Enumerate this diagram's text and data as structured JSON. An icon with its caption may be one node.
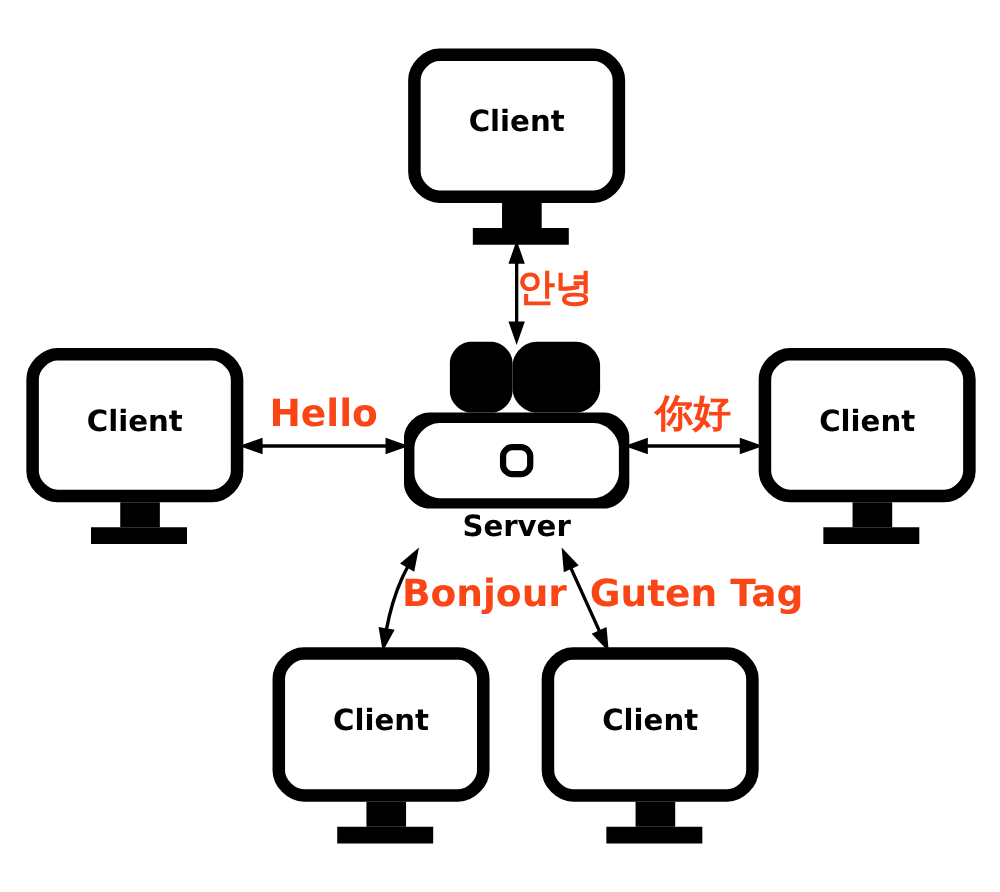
{
  "diagram": {
    "nodes": [
      {
        "text": [
          "Client"
        ]
      },
      {
        "text": [
          "Client"
        ]
      },
      {
        "text": [
          "Client"
        ]
      },
      {
        "text": [
          "Server"
        ]
      },
      {
        "text": [
          "Client"
        ]
      },
      {
        "text": [
          "Client"
        ]
      }
    ],
    "edges": [
      {
        "from": 0,
        "to": 3,
        "arrow": "both",
        "label": "안녕"
      },
      {
        "from": 1,
        "to": 3,
        "arrow": "both",
        "label": "Hello"
      },
      {
        "from": 3,
        "to": 2,
        "arrow": "both",
        "label": "你好"
      },
      {
        "from": 3,
        "to": 4,
        "arrow": "both",
        "label": "Bonjour"
      },
      {
        "from": 3,
        "to": 5,
        "arrow": "both",
        "label": "Guten Tag"
      }
    ]
  }
}
